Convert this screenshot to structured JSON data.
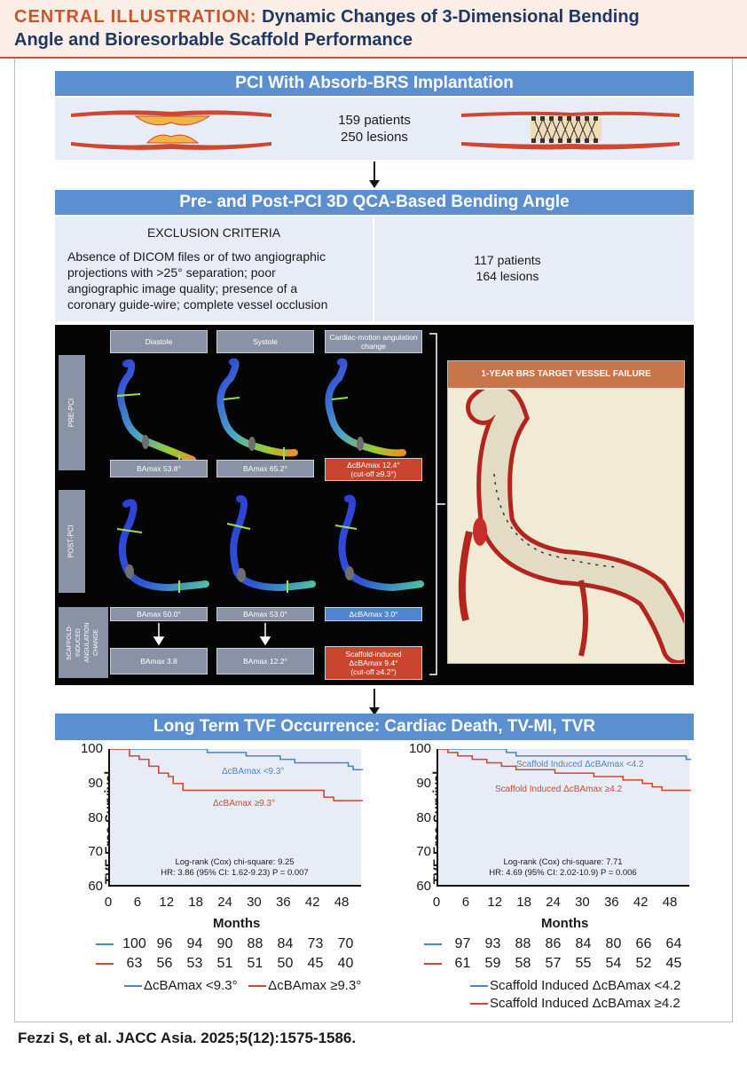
{
  "header": {
    "tag": "CENTRAL ILLUSTRATION:",
    "title_line1": "Dynamic Changes of 3-Dimensional Bending",
    "title_line2": "Angle and Bioresorbable Scaffold Performance"
  },
  "section1": {
    "title": "PCI With Absorb-BRS Implantation",
    "patients": "159 patients",
    "lesions": "250 lesions"
  },
  "section2": {
    "title": "Pre- and Post-PCI 3D QCA-Based Bending Angle",
    "exclusion_title": "EXCLUSION CRITERIA",
    "exclusion_lines": [
      "Absence of DICOM files or of two angiographic",
      "projections with >25° separation; poor",
      "angiographic image quality; presence of a",
      "coronary guide-wire; complete vessel occlusion"
    ],
    "patients": "117 patients",
    "lesions": "164 lesions"
  },
  "panel": {
    "col_diastole": "Diastole",
    "col_systole": "Systole",
    "col_change": "Cardiac-motion angulation change",
    "row_pre": "PRE-PCI",
    "row_post": "POST-PCI",
    "row_scaffold": "SCAFFOLD-INDUCED ANGULATION CHANGE",
    "pre_diastole": "BAmax 53.8°",
    "pre_systole": "BAmax 65.2°",
    "pre_change_line1": "ΔcBAmax 12.4°",
    "pre_change_line2": "(cut-off ≥9.3°)",
    "post_diastole": "BAmax 50.0°",
    "post_systole": "BAmax 53.0°",
    "post_change": "ΔcBAmax 3.0°",
    "sc_diastole": "BAmax 3.8",
    "sc_systole": "BAmax 12.2°",
    "sc_change_line1": "Scaffold-induced",
    "sc_change_line2": "ΔcBAmax 9.4°",
    "sc_change_line3": "(cut-off ≥4.2°)",
    "tvf_title": "1-YEAR BRS TARGET VESSEL FAILURE"
  },
  "section3": {
    "title": "Long Term TVF Occurrence: Cardiac Death, TV-MI, TVR"
  },
  "colors": {
    "blue": "#4a86c8",
    "red": "#d0472f",
    "bar": "#5b8fcf"
  },
  "chart_data": [
    {
      "type": "line",
      "ylabel": "TVF-Free Survival",
      "xlabel": "Months",
      "ylim": [
        60,
        100
      ],
      "xlim": [
        0,
        52
      ],
      "yticks": [
        "100",
        "90",
        "80",
        "70",
        "60"
      ],
      "xticks": [
        "0",
        "6",
        "12",
        "18",
        "24",
        "30",
        "36",
        "42",
        "48"
      ],
      "annot_line1": "Log-rank (Cox) chi-square: 9.25",
      "annot_line2": "HR: 3.86 (95% CI: 1.62-9.23) P = 0.007",
      "series": [
        {
          "name": "ΔcBAmax <9.3°",
          "color": "#4a86c8",
          "x": [
            0,
            15,
            20,
            28,
            32,
            35,
            38,
            40,
            49,
            50,
            52
          ],
          "y": [
            100,
            100,
            99,
            98,
            98,
            97,
            96,
            96,
            95,
            94,
            94
          ],
          "at_risk": [
            "100",
            "96",
            "94",
            "90",
            "88",
            "84",
            "73",
            "70"
          ]
        },
        {
          "name": "ΔcBAmax ≥9.3°",
          "color": "#d0472f",
          "x": [
            0,
            4,
            6,
            8,
            10,
            12,
            13,
            15,
            42,
            44,
            46,
            52
          ],
          "y": [
            100,
            98,
            97,
            95,
            93,
            92,
            90,
            88,
            88,
            86,
            85,
            85
          ],
          "at_risk": [
            "63",
            "56",
            "53",
            "51",
            "51",
            "50",
            "45",
            "40"
          ]
        }
      ]
    },
    {
      "type": "line",
      "ylabel": "TVF-Free Survival",
      "xlabel": "Months",
      "ylim": [
        60,
        100
      ],
      "xlim": [
        0,
        52
      ],
      "yticks": [
        "100",
        "90",
        "80",
        "70",
        "60"
      ],
      "xticks": [
        "0",
        "6",
        "12",
        "18",
        "24",
        "30",
        "36",
        "42",
        "48"
      ],
      "annot_line1": "Log-rank (Cox) chi-square: 7.71",
      "annot_line2": "HR: 4.69 (95% CI: 2.02-10.9) P = 0.006",
      "series": [
        {
          "name": "Scaffold Induced ΔcBAmax <4.2",
          "color": "#4a86c8",
          "x": [
            0,
            14,
            16,
            40,
            51,
            52
          ],
          "y": [
            100,
            99,
            98,
            98,
            97,
            97
          ],
          "at_risk": [
            "97",
            "93",
            "88",
            "86",
            "84",
            "80",
            "66",
            "64"
          ]
        },
        {
          "name": "Scaffold Induced ΔcBAmax ≥4.2",
          "color": "#d0472f",
          "x": [
            0,
            2,
            4,
            7,
            10,
            13,
            16,
            24,
            32,
            38,
            42,
            44,
            46,
            52
          ],
          "y": [
            100,
            99,
            98,
            97,
            96,
            95,
            94,
            93,
            92,
            91,
            90,
            89,
            88,
            88
          ],
          "at_risk": [
            "61",
            "59",
            "58",
            "57",
            "55",
            "54",
            "52",
            "45"
          ]
        }
      ]
    }
  ],
  "citation": "Fezzi S, et al. JACC Asia. 2025;5(12):1575-1586."
}
